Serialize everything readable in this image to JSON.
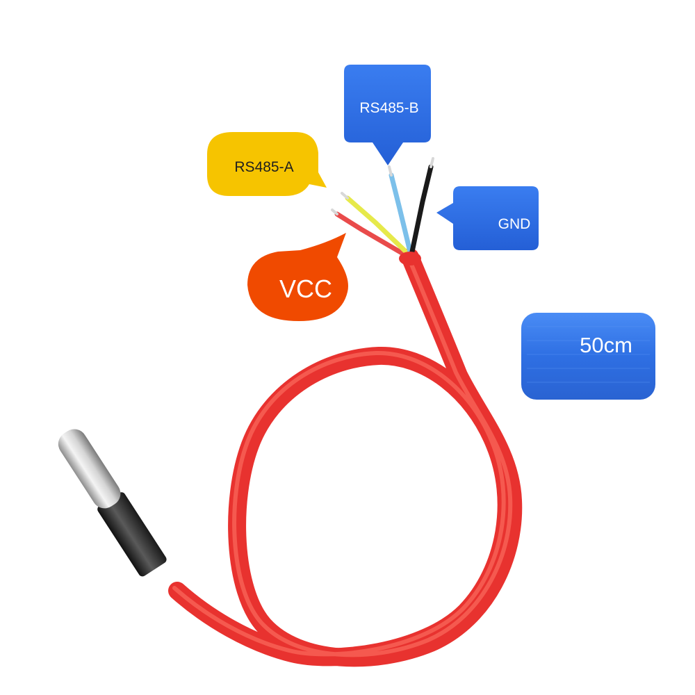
{
  "labels": {
    "rs485_b": "RS485-B",
    "rs485_a": "RS485-A",
    "gnd": "GND",
    "vcc": "VCC",
    "length": "50cm"
  },
  "colors": {
    "background": "#ffffff",
    "cable_red": "#e8322f",
    "cable_highlight": "#ff6a5a",
    "probe_steel": "#c9c9c9",
    "probe_black": "#2a2a2a",
    "tag_blue": "#2f6fe6",
    "tag_yellow": "#f6c400",
    "tag_orange": "#f04a00",
    "wire_red": "#e94b4b",
    "wire_yellow": "#e6e94a",
    "wire_blue": "#7cc0ea",
    "wire_black": "#1a1a1a"
  },
  "icons": {
    "probe": "stainless-steel-temperature-probe",
    "cable": "red-silicone-cable"
  }
}
